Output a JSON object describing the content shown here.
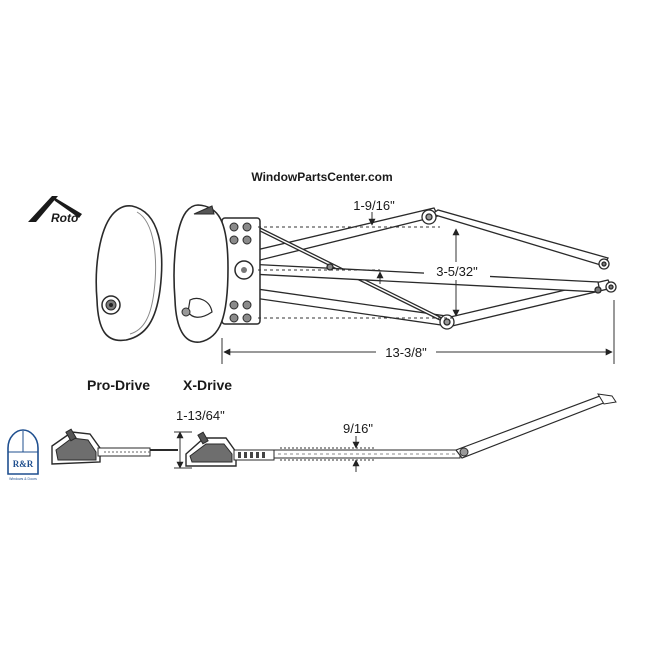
{
  "watermark": "WindowPartsCenter.com",
  "brand": {
    "name": "Roto"
  },
  "products": {
    "left": "Pro-Drive",
    "right": "X-Drive"
  },
  "dimensions": {
    "top_offset": "1-9/16\"",
    "arm_height": "3-5/32\"",
    "overall_length": "13-3/8\"",
    "operator_height": "1-13/64\"",
    "arm_thickness": "9/16\""
  },
  "badge": {
    "letters": "R&R",
    "caption": "Windows & Doors"
  },
  "colors": {
    "line": "#2a2a2a",
    "fill": "#ffffff",
    "shade": "#6e6e6e",
    "logo": "#1f4f8f"
  }
}
